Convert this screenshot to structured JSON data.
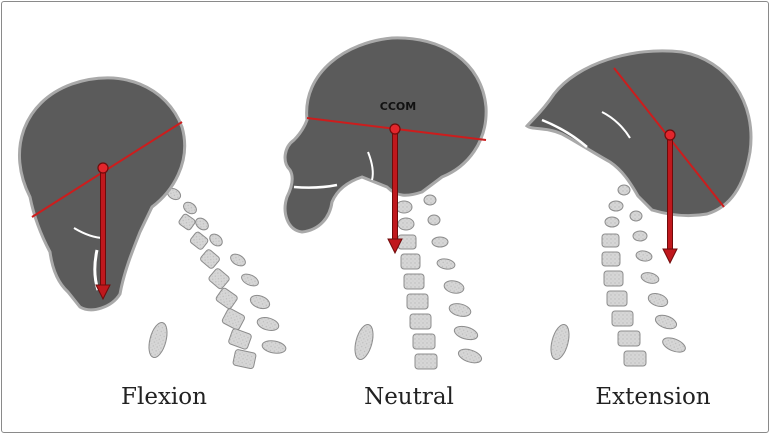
{
  "panels": [
    {
      "id": "flexion",
      "caption": "Flexion"
    },
    {
      "id": "neutral",
      "caption": "Neutral"
    },
    {
      "id": "extension",
      "caption": "Extension"
    }
  ],
  "annotation": {
    "ccom_label": "CCOM"
  },
  "colors": {
    "skull": "#5b5b5b",
    "skull_rim": "#a9a9a9",
    "bone_light": "#d6d6d6",
    "bone_outline": "#8c8c8c",
    "line_red": "#cc1d1d",
    "arrow_red": "#c0181d",
    "arrow_outline": "#6e0b0b",
    "border": "#8a8a8a"
  }
}
